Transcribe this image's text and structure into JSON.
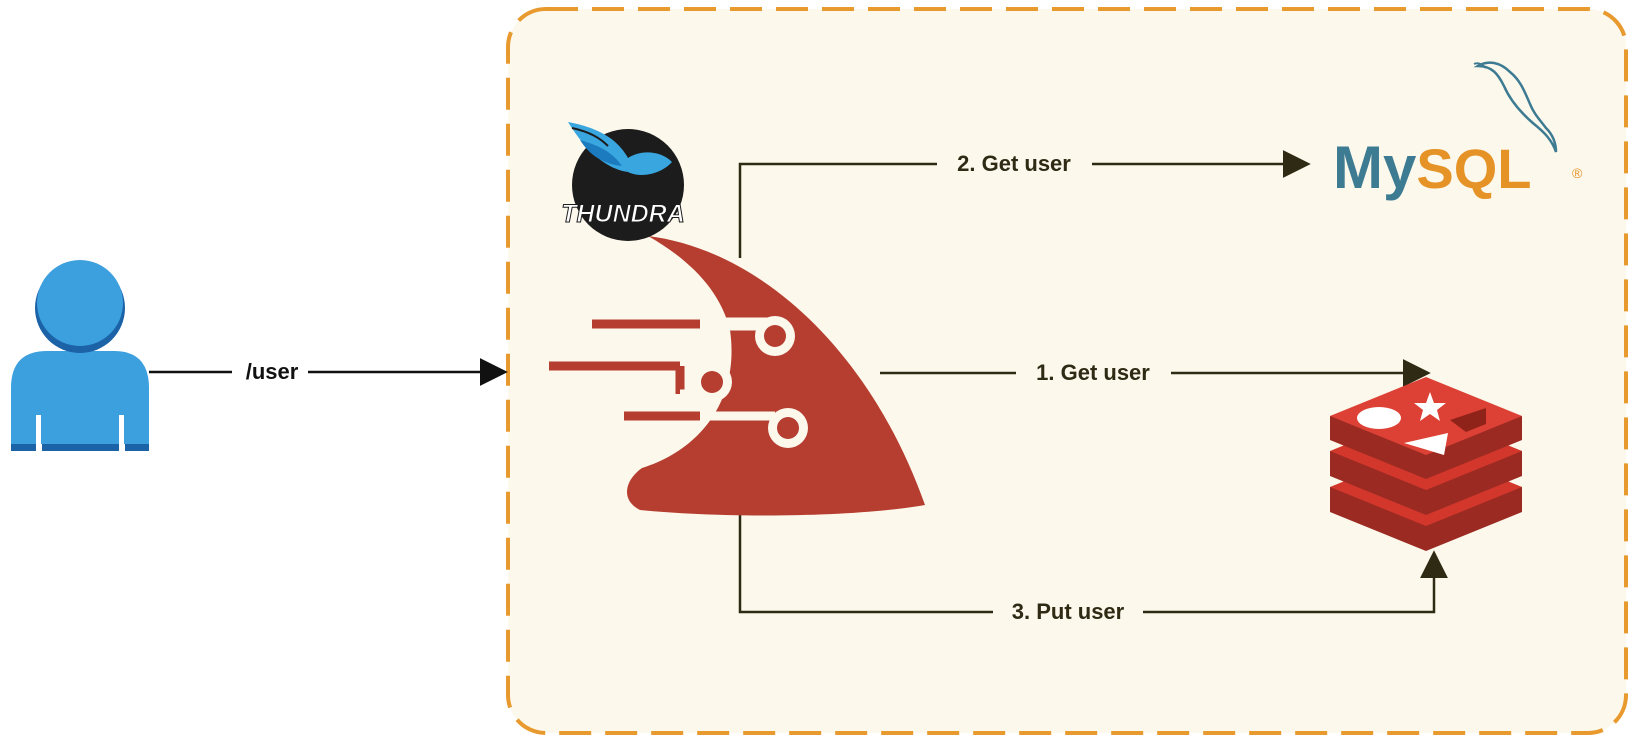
{
  "edges": {
    "request": {
      "label": "/user"
    },
    "get_cache": {
      "label": "1. Get user"
    },
    "get_db": {
      "label": "2. Get user"
    },
    "put_cache": {
      "label": "3. Put user"
    }
  },
  "logos": {
    "mysql": {
      "part1": "My",
      "part2": "SQL",
      "registered": "®"
    },
    "thundra": {
      "text": "THUNDRA"
    }
  },
  "colors": {
    "boundary_stroke": "#e89a2e",
    "boundary_fill": "#fcf8ec",
    "user_blue": "#3c9fde",
    "user_dark": "#1b62a6",
    "function_red": "#b63e30",
    "redis_red": "#d3372c",
    "mysql_blue": "#3d7b92",
    "mysql_orange": "#e59226",
    "arrow_dark": "#2f2a14"
  },
  "icons": {
    "user": "user-icon",
    "function": "serverless-function-icon",
    "thundra": "thundra-logo",
    "mysql": "mysql-logo",
    "redis": "redis-icon"
  }
}
